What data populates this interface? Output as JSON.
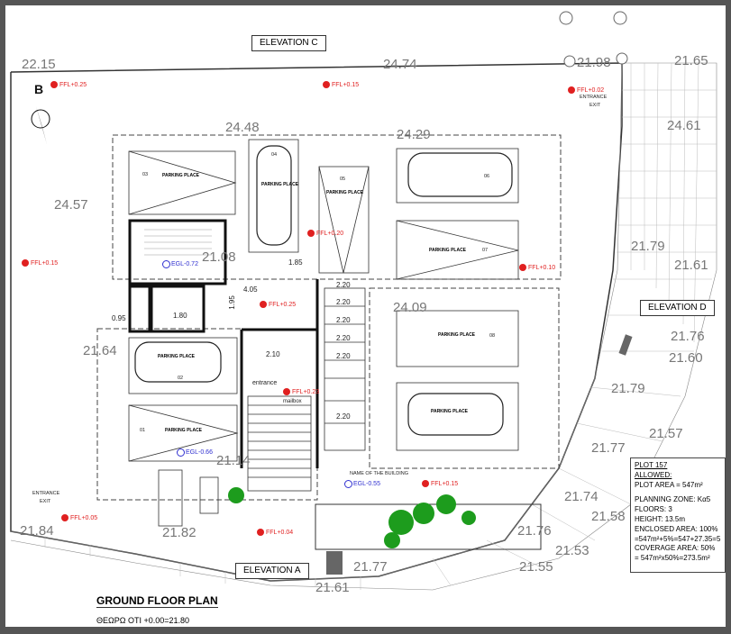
{
  "title": "GROUND FLOOR PLAN",
  "subtitle": "ΘΕΩΡΩ ΟΤΙ +0.00=21.80",
  "elevations": {
    "c": "ELEVATION C",
    "d": "ELEVATION D",
    "a": "ELEVATION A"
  },
  "entrance_exit": [
    "ENTRANCE",
    "EXIT",
    "ENTRANCE",
    "EXIT"
  ],
  "ffl": [
    "FFL+0.25",
    "FFL+0.15",
    "FFL+0.02",
    "FFL+0.20",
    "FFL+0.15",
    "FFL+0.10",
    "FFL+0.25",
    "FFL+0.23",
    "FFL+0.15",
    "FFL+0.05",
    "FFL+0.04"
  ],
  "egl": [
    "EGL-0.72",
    "EGL-0.66",
    "EGL-0.55"
  ],
  "levels": [
    "22.15",
    "24.74",
    "21.98",
    "21.65",
    "24.48",
    "24.29",
    "24.61",
    "24.57",
    "21.08",
    "21.79",
    "21.61",
    "24.09",
    "21.64",
    "21.76",
    "21.60",
    "21.79",
    "21.57",
    "21.77",
    "21.74",
    "21.58",
    "21.84",
    "21.82",
    "21.76",
    "21.53",
    "21.55",
    "21.61",
    "21.77",
    "21.14"
  ],
  "parking": {
    "label": "PARKING PLACE",
    "numbers": [
      "03",
      "04",
      "05",
      "06",
      "07",
      "08",
      "01",
      "02"
    ]
  },
  "dimensions": [
    "1.85",
    "4.05",
    "2.20",
    "2.20",
    "2.20",
    "2.20",
    "2.20",
    "2.20",
    "1.80",
    "0.95",
    "2.10",
    "1.95"
  ],
  "labels": {
    "entrance": "entrance",
    "mailbox": "mailbox",
    "building_name": "NAME OF THE BUILDING"
  },
  "plot_info": {
    "plot": "PLOT 157",
    "allowed": "ALLOWED:",
    "plot_area": "PLOT AREA = 547m²",
    "zone": "PLANNING ZONE: Kα5",
    "floors": "FLOORS:   3",
    "height": "HEIGHT:     13.5m",
    "enclosed": "ENCLOSED AREA:   100%",
    "enclosed_calc": "=547m²+5%=547+27.35=5",
    "coverage": "COVERAGE AREA: 50%",
    "coverage_calc": "= 547m²x50%=273.5m²"
  },
  "north": "B"
}
